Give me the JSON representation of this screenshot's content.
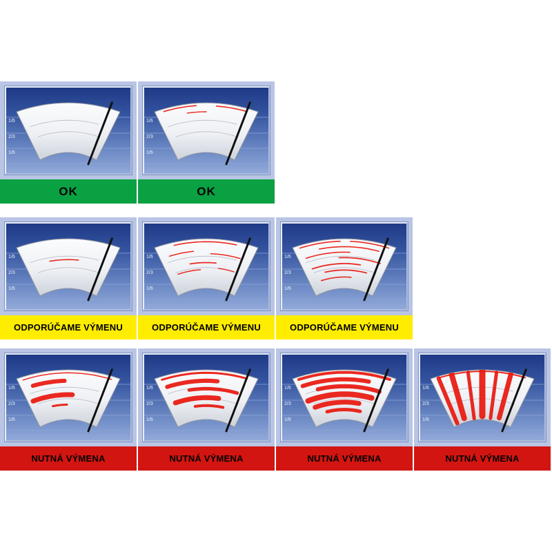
{
  "page": {
    "description": "Wiper blade wear comparison chart",
    "background": "#ffffff"
  },
  "scale_labels": [
    "1/6",
    "2/3",
    "1/6"
  ],
  "statuses": {
    "ok": {
      "label": "OK",
      "bg": "#0aa143",
      "fg": "#000000"
    },
    "recommend": {
      "label": "ODPORÚČAME VÝMENU",
      "bg": "#ffed00",
      "fg": "#000000"
    },
    "replace": {
      "label": "NUTNÁ VÝMENA",
      "bg": "#d21511",
      "fg": "#000000"
    }
  },
  "colors": {
    "cell_bg": "#b9c5e4",
    "panel_top": "#1f3a86",
    "panel_bottom": "#92a9d9",
    "zone_line": "#8fa6d8",
    "wiper_fill": "#eef0f4",
    "streak": "#e8170d",
    "blade": "#101010"
  },
  "cells": [
    {
      "row": 0,
      "col": 0,
      "status": "ok",
      "streaks": []
    },
    {
      "row": 0,
      "col": 1,
      "status": "ok",
      "streaks": [
        {
          "o": "h",
          "v": 0.05,
          "t0": 0.08,
          "t1": 0.4,
          "w": 1.6
        },
        {
          "o": "h",
          "v": 0.06,
          "t0": 0.6,
          "t1": 0.9,
          "w": 1.6
        },
        {
          "o": "h",
          "v": 0.18,
          "t0": 0.3,
          "t1": 0.5,
          "w": 1.4
        }
      ]
    },
    {
      "row": 1,
      "col": 0,
      "status": "recommend",
      "streaks": [
        {
          "o": "h",
          "v": 0.42,
          "t0": 0.28,
          "t1": 0.62,
          "w": 1.6
        }
      ]
    },
    {
      "row": 1,
      "col": 1,
      "status": "recommend",
      "streaks": [
        {
          "o": "h",
          "v": 0.06,
          "t0": 0.18,
          "t1": 0.8,
          "w": 1.6
        },
        {
          "o": "h",
          "v": 0.24,
          "t0": 0.1,
          "t1": 0.36,
          "w": 1.5
        },
        {
          "o": "h",
          "v": 0.3,
          "t0": 0.55,
          "t1": 0.88,
          "w": 1.5
        },
        {
          "o": "h",
          "v": 0.48,
          "t0": 0.3,
          "t1": 0.62,
          "w": 1.7
        },
        {
          "o": "h",
          "v": 0.62,
          "t0": 0.12,
          "t1": 0.42,
          "w": 1.5
        },
        {
          "o": "h",
          "v": 0.58,
          "t0": 0.66,
          "t1": 0.86,
          "w": 1.4
        }
      ]
    },
    {
      "row": 1,
      "col": 2,
      "status": "recommend",
      "streaks": [
        {
          "o": "h",
          "v": 0.05,
          "t0": 0.06,
          "t1": 0.46,
          "w": 1.6
        },
        {
          "o": "h",
          "v": 0.05,
          "t0": 0.56,
          "t1": 0.94,
          "w": 1.6
        },
        {
          "o": "h",
          "v": 0.16,
          "t0": 0.24,
          "t1": 0.86,
          "w": 1.6
        },
        {
          "o": "h",
          "v": 0.27,
          "t0": 0.08,
          "t1": 0.56,
          "w": 1.6
        },
        {
          "o": "h",
          "v": 0.38,
          "t0": 0.44,
          "t1": 0.92,
          "w": 1.7
        },
        {
          "o": "h",
          "v": 0.5,
          "t0": 0.1,
          "t1": 0.7,
          "w": 1.8
        },
        {
          "o": "h",
          "v": 0.63,
          "t0": 0.24,
          "t1": 0.8,
          "w": 1.8
        },
        {
          "o": "h",
          "v": 0.77,
          "t0": 0.16,
          "t1": 0.6,
          "w": 1.6
        }
      ]
    },
    {
      "row": 2,
      "col": 0,
      "status": "replace",
      "streaks": [
        {
          "o": "h",
          "v": 0.06,
          "t0": 0.05,
          "t1": 0.93,
          "w": 1.5
        },
        {
          "o": "h",
          "v": 0.22,
          "t0": 0.12,
          "t1": 0.46,
          "w": 6
        },
        {
          "o": "h",
          "v": 0.5,
          "t0": 0.06,
          "t1": 0.55,
          "w": 7
        },
        {
          "o": "h",
          "v": 0.7,
          "t0": 0.28,
          "t1": 0.48,
          "w": 3
        }
      ]
    },
    {
      "row": 2,
      "col": 1,
      "status": "replace",
      "streaks": [
        {
          "o": "h",
          "v": 0.06,
          "t0": 0.06,
          "t1": 0.9,
          "w": 3
        },
        {
          "o": "h",
          "v": 0.22,
          "t0": 0.08,
          "t1": 0.62,
          "w": 6
        },
        {
          "o": "h",
          "v": 0.38,
          "t0": 0.3,
          "t1": 0.86,
          "w": 5
        },
        {
          "o": "h",
          "v": 0.56,
          "t0": 0.1,
          "t1": 0.66,
          "w": 7
        },
        {
          "o": "h",
          "v": 0.72,
          "t0": 0.34,
          "t1": 0.74,
          "w": 4
        }
      ]
    },
    {
      "row": 2,
      "col": 2,
      "status": "replace",
      "streaks": [
        {
          "o": "h",
          "v": 0.05,
          "t0": 0.05,
          "t1": 0.95,
          "w": 4
        },
        {
          "o": "h",
          "v": 0.19,
          "t0": 0.06,
          "t1": 0.76,
          "w": 6
        },
        {
          "o": "h",
          "v": 0.33,
          "t0": 0.2,
          "t1": 0.9,
          "w": 6
        },
        {
          "o": "h",
          "v": 0.49,
          "t0": 0.05,
          "t1": 0.84,
          "w": 8
        },
        {
          "o": "h",
          "v": 0.65,
          "t0": 0.1,
          "t1": 0.7,
          "w": 7
        },
        {
          "o": "h",
          "v": 0.8,
          "t0": 0.24,
          "t1": 0.74,
          "w": 5
        }
      ]
    },
    {
      "row": 2,
      "col": 3,
      "status": "replace",
      "streaks": [
        {
          "o": "h",
          "v": 0.03,
          "t0": 0.08,
          "t1": 0.92,
          "w": 2
        },
        {
          "o": "v",
          "t": 0.07,
          "v0": 0.04,
          "v1": 0.96,
          "w": 6
        },
        {
          "o": "v",
          "t": 0.2,
          "v0": 0.02,
          "v1": 0.92,
          "w": 8
        },
        {
          "o": "v",
          "t": 0.36,
          "v0": 0.04,
          "v1": 0.97,
          "w": 5
        },
        {
          "o": "v",
          "t": 0.5,
          "v0": 0.02,
          "v1": 0.93,
          "w": 9
        },
        {
          "o": "v",
          "t": 0.64,
          "v0": 0.04,
          "v1": 0.96,
          "w": 5
        },
        {
          "o": "v",
          "t": 0.78,
          "v0": 0.03,
          "v1": 0.92,
          "w": 7
        }
      ]
    }
  ]
}
